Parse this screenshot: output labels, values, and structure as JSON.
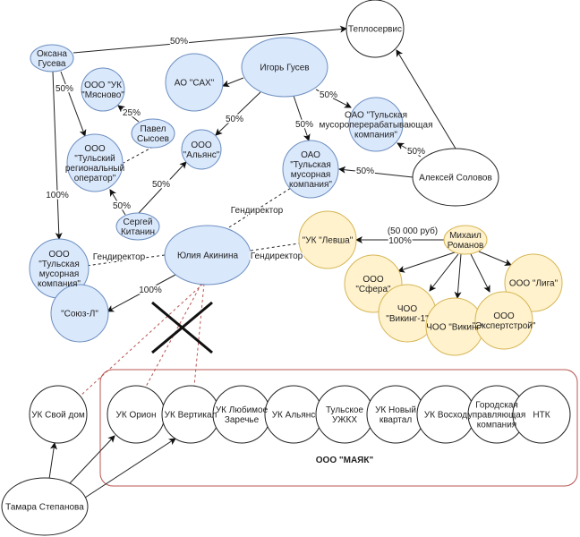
{
  "colors": {
    "blue_fill": "#dae8fc",
    "blue_stroke": "#6c8ebf",
    "yellow_fill": "#fff2cc",
    "yellow_stroke": "#d6b656",
    "group_stroke": "#b85450",
    "red_dashed": "#b85450"
  },
  "group": {
    "label": "ООО \"МАЯК\""
  },
  "nodes": {
    "oksana": [
      "Оксана",
      "Гусева"
    ],
    "teplo": [
      "Теплосервис"
    ],
    "igor": [
      "Игорь Гусев"
    ],
    "sah": [
      "АО \"САХ\""
    ],
    "myasnovo": [
      "ООО \"УК",
      "\"Мясново\""
    ],
    "pavel": [
      "Павел",
      "Сысоев"
    ],
    "alyans": [
      "ООО",
      "\"Альянс\""
    ],
    "regop": [
      "ООО",
      "\"Тульский",
      "региональный",
      "оператор\""
    ],
    "sergey": [
      "Сергей",
      "Китанин"
    ],
    "tmpk": [
      "ОАО \"Тульская",
      "мусороперерабатывающая",
      "компания\""
    ],
    "oao_tmk": [
      "ОАО",
      "\"Тульская",
      "мусорная",
      "компания\""
    ],
    "aleksey": [
      "Алексей Соловов"
    ],
    "yulia": [
      "Юлия Акинина"
    ],
    "ooo_tmk": [
      "ООО",
      "\"Тульская",
      "мусорная",
      "компания\""
    ],
    "soyuz": [
      "\"Союз-Л\""
    ],
    "levsha": [
      "\"УК \"Левша\""
    ],
    "mikhail": [
      "Михаил",
      "Романов"
    ],
    "sfera": [
      "ООО",
      "\"Сфера\""
    ],
    "viking1": [
      "ЧОО",
      "\"Викинг-1\""
    ],
    "viking": [
      "ЧОО \"Викинг\""
    ],
    "liga": [
      "ООО \"Лига\""
    ],
    "expert": [
      "ООО",
      "\"Экспертстрой\""
    ],
    "svoidom": [
      "УК Свой дом"
    ],
    "orion": [
      "УК Орион"
    ],
    "vertikal": [
      "УК Вертикал"
    ],
    "lyubimoe": [
      "УК Любимое",
      "Заречье"
    ],
    "uk_alyans": [
      "УК Альянс"
    ],
    "uzhkh": [
      "Тульское",
      "УЖКХ"
    ],
    "noviy": [
      "УК Новый",
      "квартал"
    ],
    "voskhod": [
      "УК Восход"
    ],
    "gorodskaya": [
      "Городская",
      "управляющая",
      "компания"
    ],
    "ntk": [
      "НТК"
    ],
    "tamara": [
      "Тамара Степанова"
    ]
  },
  "edges": [
    {
      "from": "oksana",
      "to": "teplo",
      "label": "50%"
    },
    {
      "from": "oksana",
      "to": "regop",
      "label": "50%"
    },
    {
      "from": "oksana",
      "to": "ooo_tmk",
      "label": "100%"
    },
    {
      "from": "igor",
      "to": "sah",
      "label": ""
    },
    {
      "from": "igor",
      "to": "alyans",
      "label": "50%"
    },
    {
      "from": "igor",
      "to": "oao_tmk",
      "label": "50%"
    },
    {
      "from": "igor",
      "to": "tmpk",
      "label": "50%"
    },
    {
      "from": "pavel",
      "to": "myasnovo",
      "label": "25%"
    },
    {
      "from": "pavel",
      "to": "regop",
      "label": "",
      "style": "dashed"
    },
    {
      "from": "sergey",
      "to": "regop",
      "label": "50%"
    },
    {
      "from": "sergey",
      "to": "alyans",
      "label": "50%"
    },
    {
      "from": "aleksey",
      "to": "teplo",
      "label": ""
    },
    {
      "from": "aleksey",
      "to": "tmpk",
      "label": "50%"
    },
    {
      "from": "aleksey",
      "to": "oao_tmk",
      "label": "50%"
    },
    {
      "from": "yulia",
      "to": "oao_tmk",
      "label": "Гендиректор",
      "style": "dashed"
    },
    {
      "from": "yulia",
      "to": "ooo_tmk",
      "label": "Гендиректор",
      "style": "dashed"
    },
    {
      "from": "yulia",
      "to": "levsha",
      "label": "Гендиректор",
      "style": "dashed"
    },
    {
      "from": "yulia",
      "to": "soyuz",
      "label": "100%"
    },
    {
      "from": "yulia",
      "to": "svoidom",
      "label": "",
      "style": "red-dashed"
    },
    {
      "from": "yulia",
      "to": "orion",
      "label": "",
      "style": "red-dashed"
    },
    {
      "from": "yulia",
      "to": "vertikal",
      "label": "",
      "style": "red-dashed"
    },
    {
      "from": "mikhail",
      "to": "levsha",
      "label": "100%",
      "label2": "(50 000 руб)"
    },
    {
      "from": "mikhail",
      "to": "sfera",
      "label": ""
    },
    {
      "from": "mikhail",
      "to": "viking1",
      "label": ""
    },
    {
      "from": "mikhail",
      "to": "viking",
      "label": ""
    },
    {
      "from": "mikhail",
      "to": "expert",
      "label": ""
    },
    {
      "from": "mikhail",
      "to": "liga",
      "label": ""
    },
    {
      "from": "tamara",
      "to": "svoidom",
      "label": ""
    },
    {
      "from": "tamara",
      "to": "orion",
      "label": ""
    },
    {
      "from": "tamara",
      "to": "vertikal",
      "label": ""
    }
  ]
}
